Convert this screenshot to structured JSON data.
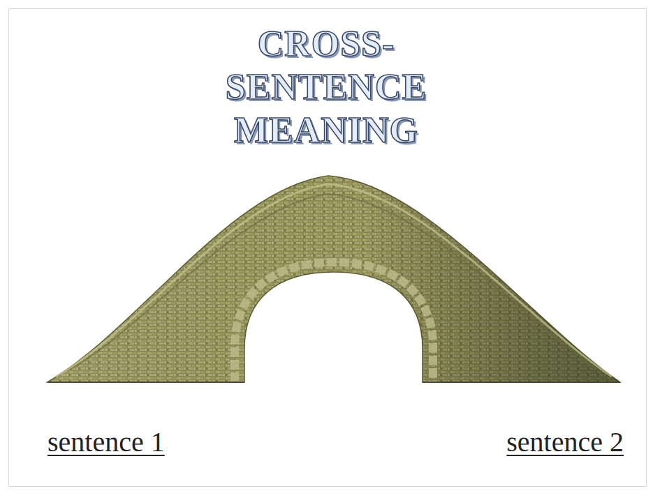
{
  "diagram": {
    "title": "CROSS- SENTENCE MEANING",
    "labels": [
      "sentence 1",
      "sentence 2"
    ]
  }
}
